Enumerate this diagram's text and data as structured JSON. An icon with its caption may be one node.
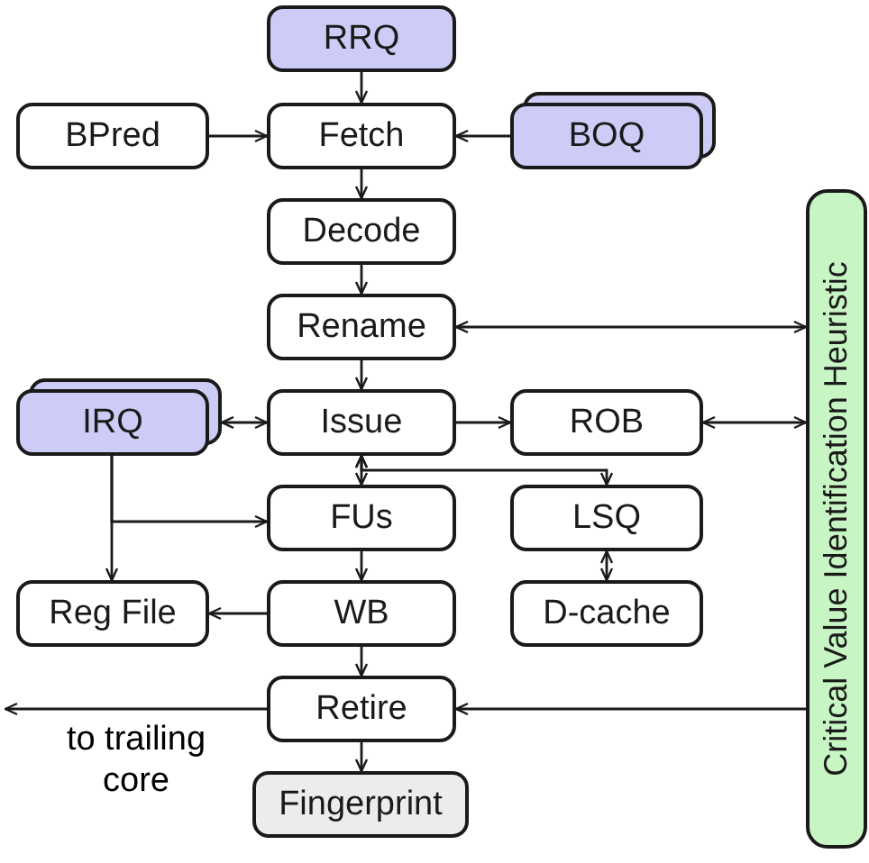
{
  "diagram": {
    "nodes": [
      {
        "text": [
          "RRQ"
        ]
      },
      {
        "text": [
          "BPred"
        ]
      },
      {
        "text": [
          "Fetch"
        ]
      },
      {
        "text": [
          "BOQ"
        ]
      },
      {
        "text": [
          "Decode"
        ]
      },
      {
        "text": [
          "Rename"
        ]
      },
      {
        "text": [
          "Critical Value Identification Heuristic"
        ]
      },
      {
        "text": [
          "IRQ"
        ]
      },
      {
        "text": [
          "Issue"
        ]
      },
      {
        "text": [
          "ROB"
        ]
      },
      {
        "text": [
          "FUs"
        ]
      },
      {
        "text": [
          "LSQ"
        ]
      },
      {
        "text": [
          "Reg File"
        ]
      },
      {
        "text": [
          "WB"
        ]
      },
      {
        "text": [
          "D-cache"
        ]
      },
      {
        "text": [
          "Retire"
        ]
      },
      {
        "text": [
          "Fingerprint"
        ]
      }
    ],
    "edges": [
      {
        "from": 0,
        "to": 2,
        "arrow": "to"
      },
      {
        "from": 1,
        "to": 2,
        "arrow": "to"
      },
      {
        "from": 3,
        "to": 2,
        "arrow": "to"
      },
      {
        "from": 2,
        "to": 4,
        "arrow": "to"
      },
      {
        "from": 4,
        "to": 5,
        "arrow": "to"
      },
      {
        "from": 5,
        "to": 6,
        "arrow": "both"
      },
      {
        "from": 5,
        "to": 8,
        "arrow": "to"
      },
      {
        "from": 7,
        "to": 8,
        "arrow": "both"
      },
      {
        "from": 8,
        "to": 9,
        "arrow": "to"
      },
      {
        "from": 9,
        "to": 6,
        "arrow": "both"
      },
      {
        "from": 8,
        "to": 10,
        "arrow": "both"
      },
      {
        "from": 8,
        "to": 11,
        "arrow": "both"
      },
      {
        "from": 7,
        "to": 10,
        "arrow": "to"
      },
      {
        "from": 7,
        "to": 12,
        "arrow": "to"
      },
      {
        "from": 10,
        "to": 13,
        "arrow": "to"
      },
      {
        "from": 13,
        "to": 12,
        "arrow": "to"
      },
      {
        "from": 11,
        "to": 14,
        "arrow": "both"
      },
      {
        "from": 13,
        "to": 15,
        "arrow": "to"
      },
      {
        "from": 6,
        "to": 15,
        "arrow": "to"
      },
      {
        "from": 15,
        "to": null,
        "arrow": "to",
        "label": "to trailing core"
      },
      {
        "from": 15,
        "to": 16,
        "arrow": "to"
      }
    ]
  }
}
